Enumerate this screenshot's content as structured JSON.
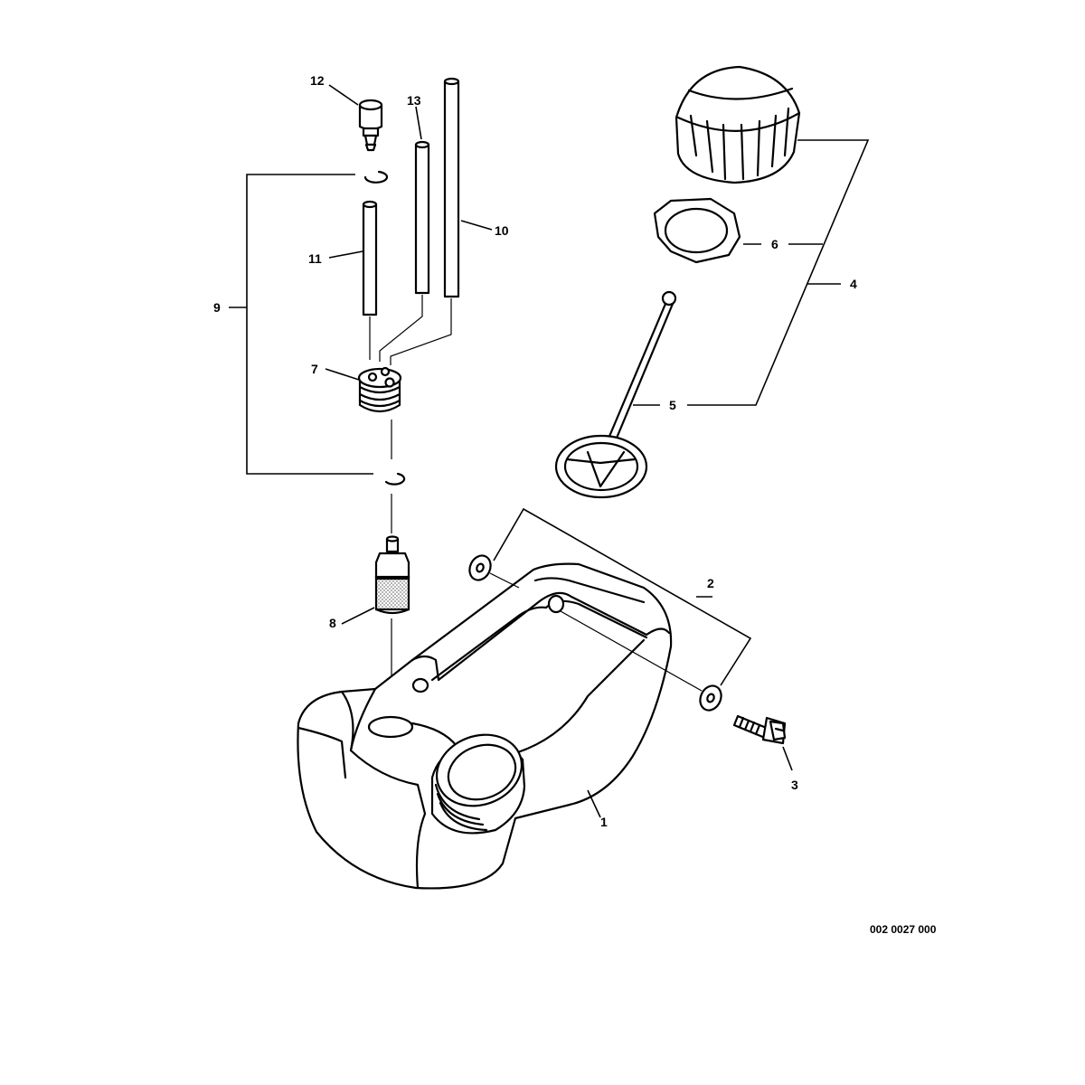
{
  "diagram": {
    "drawing_number": "002 0027 000",
    "callouts": {
      "c1": "1",
      "c2": "2",
      "c3": "3",
      "c4": "4",
      "c5": "5",
      "c6": "6",
      "c7": "7",
      "c8": "8",
      "c9": "9",
      "c10": "10",
      "c11": "11",
      "c12": "12",
      "c13": "13"
    }
  }
}
